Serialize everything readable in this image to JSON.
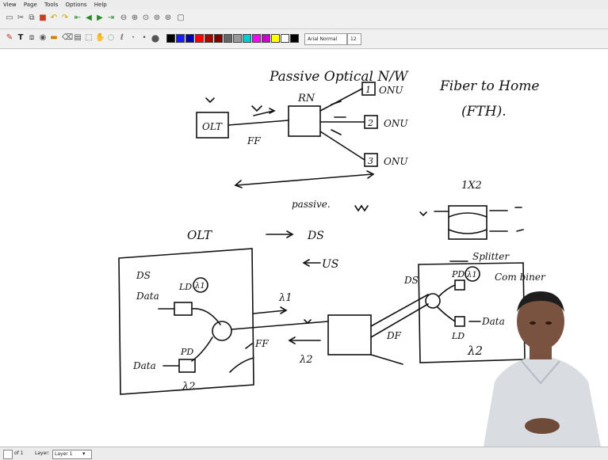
{
  "menubar": {
    "items": [
      "View",
      "Page",
      "Tools",
      "Options",
      "Help"
    ]
  },
  "toolbar": {
    "font_name": "Arial Normal",
    "font_size": "12"
  },
  "palette": [
    "#000000",
    "#1a1aff",
    "#0000aa",
    "#ff0000",
    "#aa0000",
    "#800000",
    "#666666",
    "#999999",
    "#00cccc",
    "#ff00ff",
    "#cc00cc",
    "#ffff00",
    "#ffffff",
    "#000000"
  ],
  "board": {
    "title": "Passive Optical N/W",
    "side_title": "Fiber to Home",
    "side_abbr": "(FTH).",
    "olt": "OLT",
    "rn": "RN",
    "ff": "FF",
    "onu1_num": "1",
    "onu2_num": "2",
    "onu3_num": "3",
    "onu": "ONU",
    "passive": "passive.",
    "splitter_size": "1X2",
    "splitter": "Splitter",
    "combiner": "Com biner",
    "olt2": "OLT",
    "ds_arrow": "DS",
    "us_arrow": "US",
    "ds": "DS",
    "data": "Data",
    "ld": "LD",
    "lambda1": "λ1",
    "lambda2": "λ2",
    "pd": "PD",
    "df": "DF"
  },
  "statusbar": {
    "page": "of 1",
    "layer_label": "Layer:",
    "layer_value": "Layer 1"
  }
}
